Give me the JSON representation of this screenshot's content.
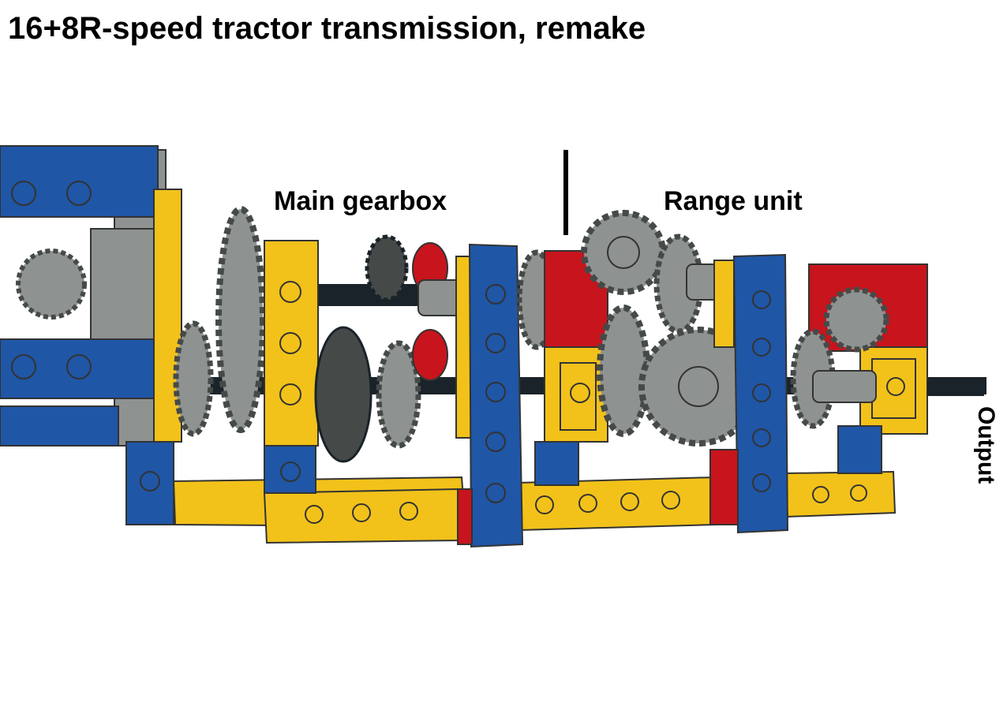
{
  "title": "16+8R-speed tractor transmission, remake",
  "labels": {
    "main_gearbox": "Main gearbox",
    "range_unit": "Range unit",
    "output": "Output"
  },
  "colors": {
    "blue": "#1f56a6",
    "yellow": "#f2c21a",
    "red": "#c8141c",
    "gray": "#8e9290",
    "dark_gray": "#454a48",
    "axle": "#1a2329"
  }
}
